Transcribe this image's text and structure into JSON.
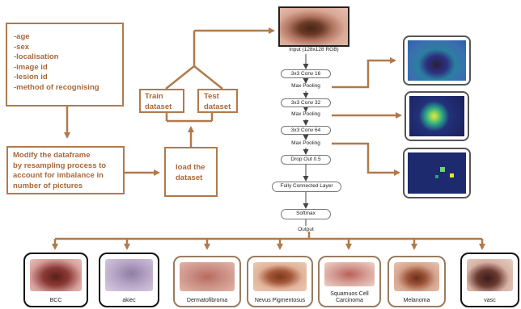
{
  "metadata_box": {
    "lines": [
      "-age",
      "-sex",
      "-localisation",
      "-image id",
      "-lesion id",
      "-method of recognising"
    ]
  },
  "modify_box": {
    "lines": [
      "Modify the dataframe",
      "by resampling process to",
      "account for imbalance in",
      "number of pictures"
    ]
  },
  "load_box": {
    "lines": [
      "load the",
      "dataset"
    ]
  },
  "train_box": {
    "lines": [
      "Train",
      "dataset"
    ]
  },
  "test_box": {
    "lines": [
      "Test",
      "dataset"
    ]
  },
  "network": {
    "input_label": "Input (128x128 RGB)",
    "conv1": "3x3 Conv 16",
    "pool1": "Max Pooling",
    "conv2": "3x3 Conv 32",
    "pool2": "Max Pooling",
    "conv3": "3x3 Conv 64",
    "pool3": "Max Pooling",
    "dropout": "Drop Out 0.5",
    "fc": "Fully Connected Layer",
    "softmax": "Softmax",
    "output": "Output"
  },
  "classes": [
    {
      "label": "BCC"
    },
    {
      "label": "akiec"
    },
    {
      "label": "Dermatofibroma"
    },
    {
      "label": "Nevus Pigmentosus"
    },
    {
      "label": "Squamuos Cell Carcinoma"
    },
    {
      "label": "Melanoma"
    },
    {
      "label": "vasc"
    }
  ],
  "colors": {
    "flow_brown": "#b07a4c",
    "text_brown": "#a9683a",
    "feature_map_bg": "#1e2a6e"
  }
}
